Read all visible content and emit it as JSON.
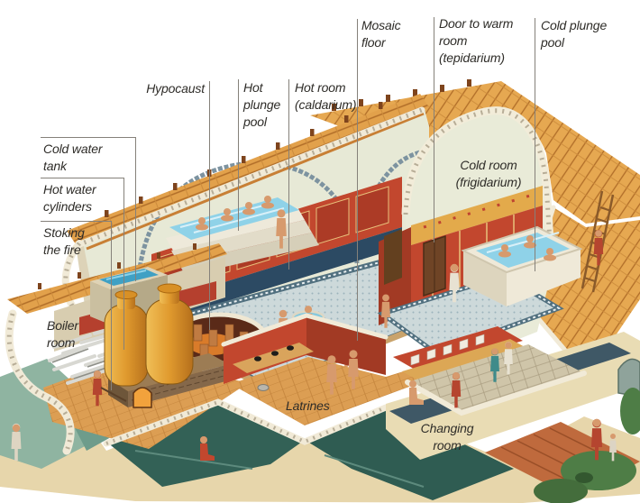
{
  "labels": {
    "mosaic_floor": "Mosaic floor",
    "door_to_warm_room": "Door to warm room (tepidarium)",
    "cold_plunge_pool": "Cold plunge pool",
    "hypocaust": "Hypocaust",
    "hot_plunge_pool": "Hot plunge pool",
    "hot_room": "Hot room (caldarium)",
    "cold_water_tank": "Cold water tank",
    "hot_water_cylinders": "Hot water cylinders",
    "stoking_the_fire": "Stoking the fire",
    "boiler_room": "Boiler room",
    "cold_room": "Cold room (frigidarium)",
    "latrines": "Latrines",
    "changing_room": "Changing room"
  },
  "colors": {
    "roof_tile": "#e2a14b",
    "wall_red": "#c2472e",
    "pool_water": "#8fd2e8",
    "mosaic_blue": "#cdd9da",
    "ground_teal": "#8fb4a1",
    "floor_ochre": "#dc9e53",
    "frieze_ochre": "#e3aa4b",
    "dado_blue": "#2c4a63",
    "label_text": "#2e2c28",
    "label_line": "#85817a"
  }
}
